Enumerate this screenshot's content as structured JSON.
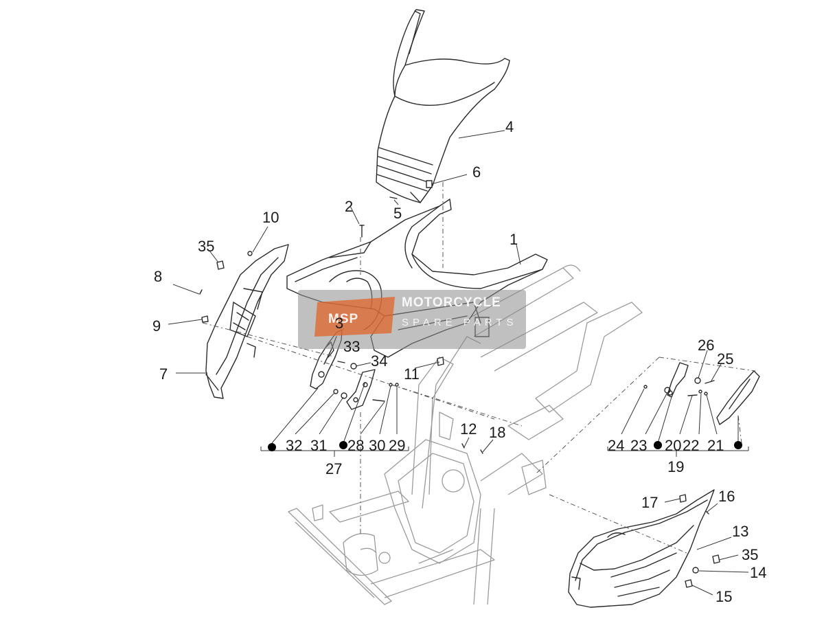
{
  "labels": {
    "l1": "1",
    "l2": "2",
    "l3": "3",
    "l4": "4",
    "l5": "5",
    "l6": "6",
    "l7": "7",
    "l8": "8",
    "l9": "9",
    "l10": "10",
    "l11": "11",
    "l12": "12",
    "l13": "13",
    "l14": "14",
    "l15": "15",
    "l16": "16",
    "l17": "17",
    "l18": "18",
    "l19": "19",
    "l20": "20",
    "l21": "21",
    "l22": "22",
    "l23": "23",
    "l24": "24",
    "l25": "25",
    "l26": "26",
    "l27": "27",
    "l28": "28",
    "l29": "29",
    "l30": "30",
    "l31": "31",
    "l32": "32",
    "l33": "33",
    "l34": "34",
    "l35a": "35",
    "l35b": "35"
  },
  "watermark": {
    "logo_text": "MSP",
    "line1": "MOTORCYCLE",
    "line2": "SPARE PARTS"
  },
  "colors": {
    "watermark_logo": "#e0642a",
    "frame": "#9a9a9a",
    "line": "#2a2a2a"
  }
}
